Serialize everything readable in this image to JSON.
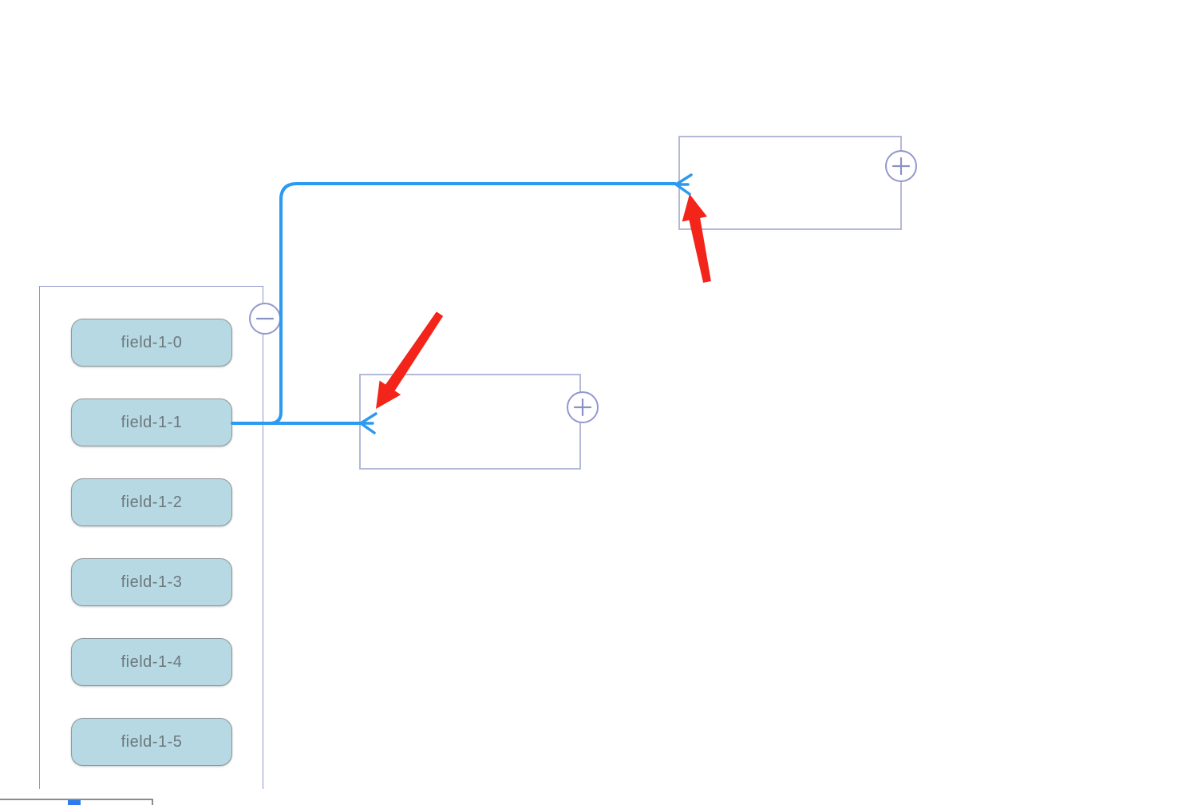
{
  "diagram": {
    "field_group": {
      "fields": [
        "field-1-0",
        "field-1-1",
        "field-1-2",
        "field-1-3",
        "field-1-4",
        "field-1-5"
      ],
      "collapse_button": {
        "icon": "minus-icon"
      }
    },
    "entity_boxes": [
      {
        "id": "top",
        "label": "",
        "expand_button": {
          "icon": "plus-icon"
        }
      },
      {
        "id": "middle",
        "label": "",
        "expand_button": {
          "icon": "plus-icon"
        }
      }
    ],
    "connections": [
      {
        "from": "field-1-1",
        "to": "top-box",
        "end_style": "crow-foot-arrow"
      },
      {
        "from": "field-1-1",
        "to": "middle-box",
        "end_style": "crow-foot-arrow"
      }
    ],
    "annotations": [
      {
        "type": "red-arrow",
        "points_at": "top-box-connection-point"
      },
      {
        "type": "red-arrow",
        "points_at": "middle-box-connection-point"
      }
    ],
    "colors": {
      "connector_blue": "#2b9af0",
      "box_border": "#b5b9d8",
      "container_border": "#9298cc",
      "circle_border": "#9298cc",
      "circle_sign": "#8b92c4",
      "field_fill": "#b6d9e3",
      "field_border": "#8f969b",
      "field_text": "#6e777c",
      "annotation_red": "#f3251b",
      "minimap_border": "#8c8c8c",
      "minimap_viewport_blue": "#2b7df0"
    }
  }
}
